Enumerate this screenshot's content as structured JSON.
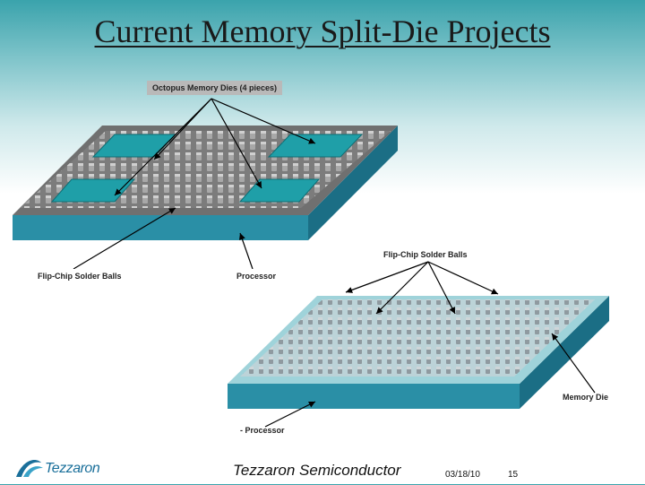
{
  "slide": {
    "title": "Current Memory Split-Die Projects"
  },
  "labels": {
    "memory_dies": "Octopus Memory Dies (4 pieces)",
    "flip_chip_left": "Flip-Chip Solder Balls",
    "processor_top": "Processor",
    "flip_chip_right": "Flip-Chip Solder Balls",
    "memory_die": "Memory Die",
    "processor_bottom": "Processor"
  },
  "footer": {
    "company": "Tezzaron Semiconductor",
    "date": "03/18/10",
    "page": "15",
    "logo_text": "Tezzaron"
  },
  "colors": {
    "teal_side": "#2a8fa6",
    "teal_dark": "#1b6e85",
    "die_teal": "#1f9fa8",
    "ball_gray": "#9a9a9a",
    "base_gray": "#6f6f6f",
    "arrow": "#000000"
  }
}
